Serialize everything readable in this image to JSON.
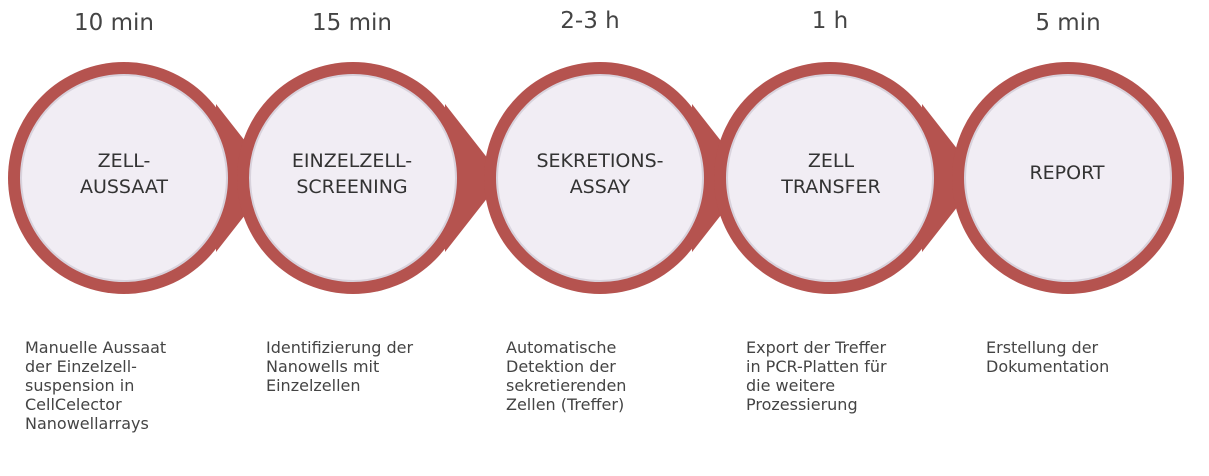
{
  "colors": {
    "ring": "#b5534f",
    "circle_fill": "#f1edf4",
    "inner_stroke": "#d8d2dc"
  },
  "steps": [
    {
      "time": "10 min",
      "title": "ZELL-\nAUSSAAT",
      "description": "Manuelle Aussaat\nder Einzelzell-\nsuspension in\nCellCelector\nNanowellarrays"
    },
    {
      "time": "15 min",
      "title": "EINZELZELL-\nSCREENING",
      "description": "Identifizierung der\nNanowells mit\nEinzelzellen"
    },
    {
      "time": "2-3 h",
      "title": "SEKRETIONS-\nASSAY",
      "description": "Automatische\nDetektion der\nsekretierenden\nZellen (Treffer)"
    },
    {
      "time": "1 h",
      "title": "ZELL\nTRANSFER",
      "description": "Export der Treffer\nin PCR-Platten für\ndie weitere\nProzessierung"
    },
    {
      "time": "5 min",
      "title": "REPORT",
      "description": "Erstellung der\nDokumentation"
    }
  ]
}
